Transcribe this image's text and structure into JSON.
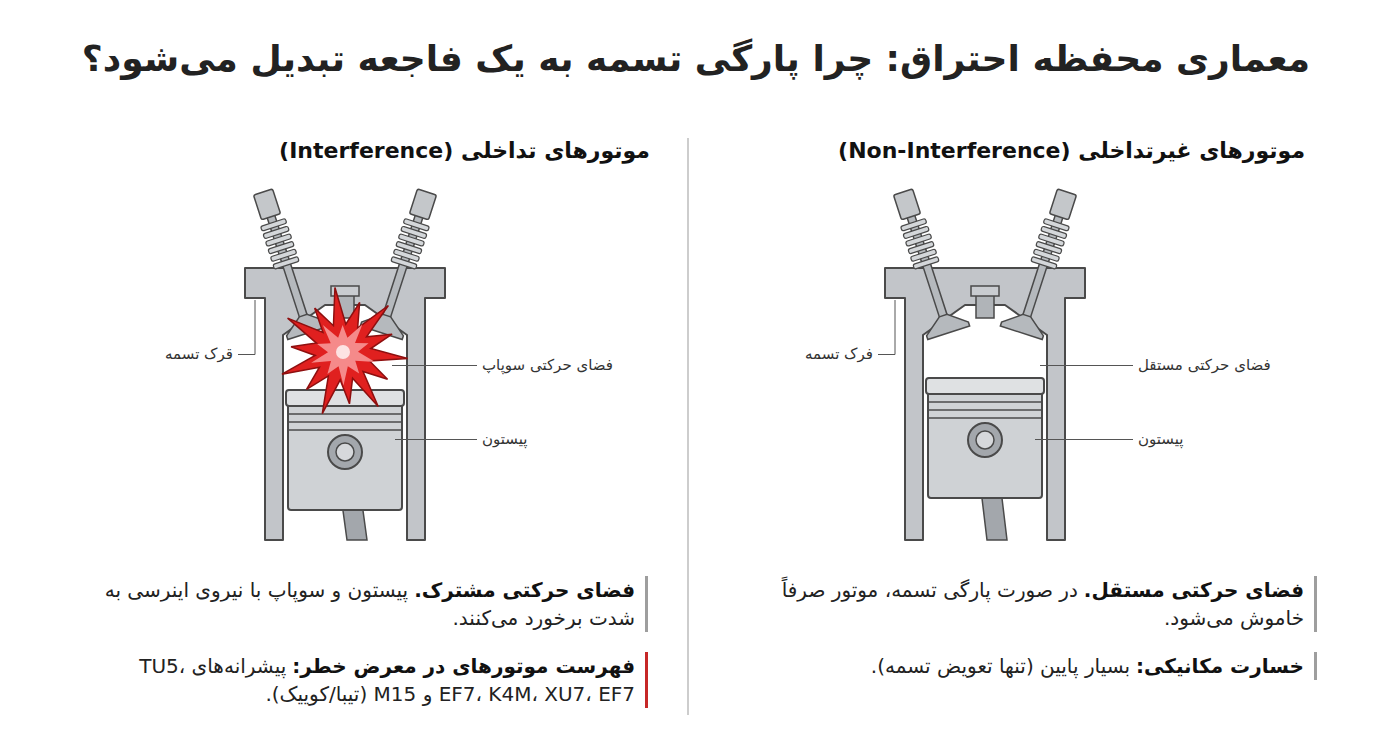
{
  "diagram": {
    "title": "معماری محفظه احتراق: چرا پارگی تسمه به یک فاجعه تبدیل می‌شود؟",
    "labels": [
      "موتورهای غیرتداخلی (Non-Interference)",
      "فرک تسمه",
      "فضای حرکتی مستقل",
      "پیستون",
      "فضای حرکتی مستقل.",
      "در صورت پارگی تسمه، موتور صرفاً خاموش می‌شود.",
      "خسارت مکانیکی:",
      "بسیار پایین (تنها تعویض تسمه).",
      "موتورهای تداخلی (Interference)",
      "قرک تسمه",
      "فضای حرکتی سوپاپ",
      "پیستون",
      "فضای حرکتی مشترک.",
      "پیستون و سوپاپ با نیروی اینرسی به شدت برخورد می‌کنند.",
      "فهرست موتورهای در معرض خطر:",
      "پیشرانه‌های TU5، EF7، K4M، XU7، EF7 و M15 (تیبا/کوییک)."
    ]
  }
}
